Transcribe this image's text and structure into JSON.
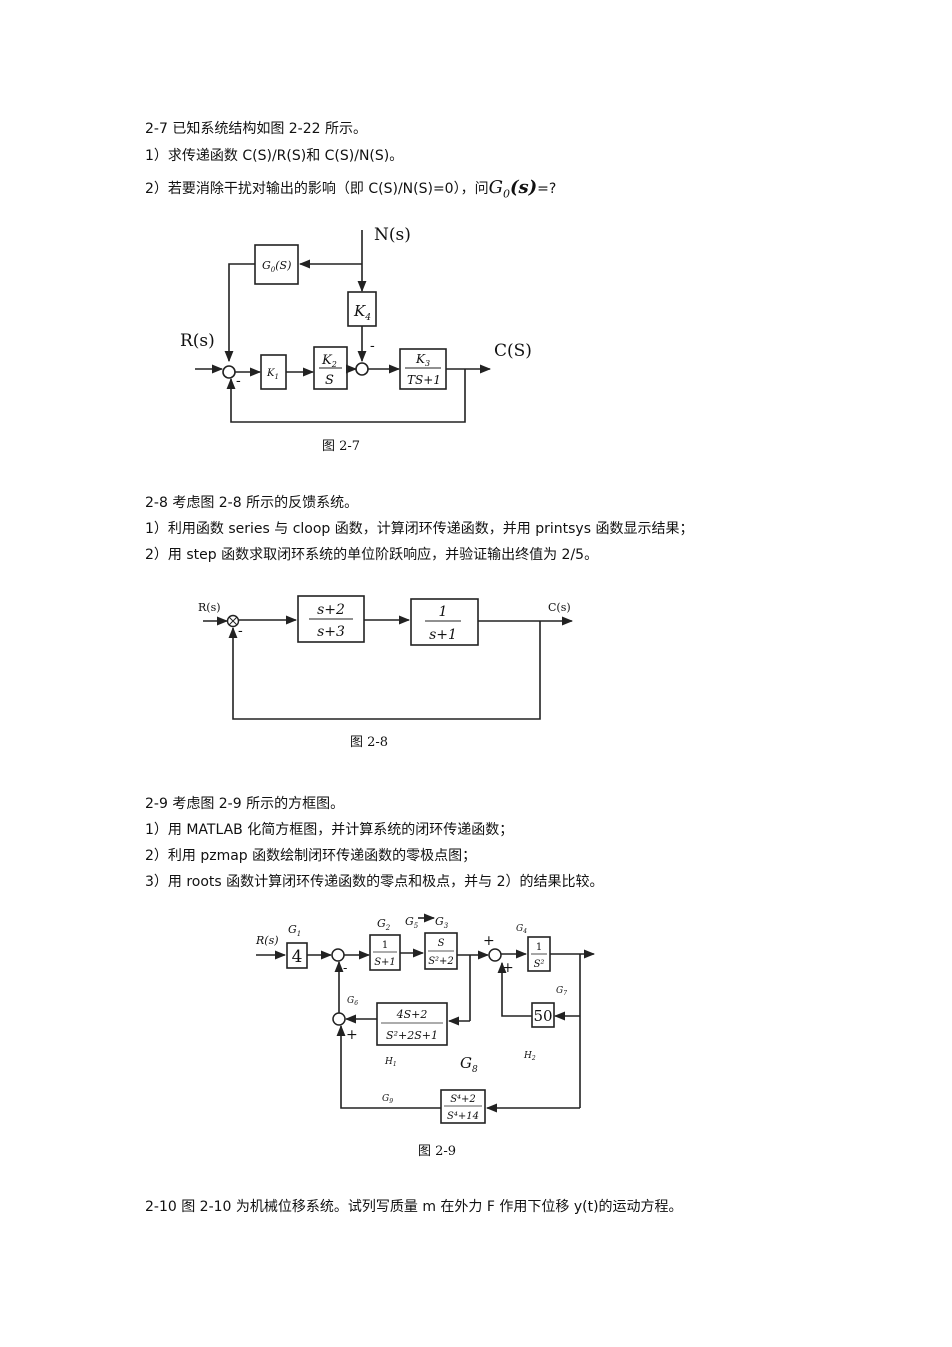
{
  "p27": {
    "line1": "2-7 已知系统结构如图 2-22 所示。",
    "line2": "1）求传递函数 C(S)/R(S)和 C(S)/N(S)。",
    "line3_prefix": "2）若要消除干扰对输出的影响（即 C(S)/N(S)=0），问",
    "line3_g": "G",
    "line3_sub": "0",
    "line3_s": "(s)",
    "line3_suffix": "=?",
    "fig": {
      "N": "N(s)",
      "R": "R(s)",
      "C": "C(S)",
      "G0": "G",
      "G0_sub": "0",
      "G0_arg": "(S)",
      "K4": "K",
      "K4_sub": "4",
      "K1": "K",
      "K1_sub": "1",
      "K2": "K",
      "K2_sub": "2",
      "K2_den": "S",
      "K3": "K",
      "K3_sub": "3",
      "K3_den": "TS+1",
      "minus": "-",
      "caption": "图 2-7"
    }
  },
  "p28": {
    "line1": "2-8  考虑图 2-8 所示的反馈系统。",
    "line2": "1）利用函数 series 与 cloop 函数，计算闭环传递函数，并用 printsys 函数显示结果；",
    "line3": "2）用 step 函数求取闭环系统的单位阶跃响应，并验证输出终值为 2/5。",
    "fig": {
      "R": "R(s)",
      "C": "C(s)",
      "b1_num": "s+2",
      "b1_den": "s+3",
      "b2_num": "1",
      "b2_den": "s+1",
      "minus": "-",
      "caption": "图 2-8"
    }
  },
  "p29": {
    "line1": "2-9  考虑图 2-9 所示的方框图。",
    "line2": "1）用 MATLAB 化简方框图，并计算系统的闭环传递函数；",
    "line3": "2）利用 pzmap 函数绘制闭环传递函数的零极点图；",
    "line4": "3）用 roots 函数计算闭环传递函数的零点和极点，并与 2）的结果比较。",
    "fig": {
      "R": "R(s)",
      "G1": "G",
      "G1_sub": "1",
      "b4": "4",
      "G2": "G",
      "G2_sub": "2",
      "b_g2_num": "1",
      "b_g2_den": "S+1",
      "G5": "G",
      "G5_sub": "5",
      "G3": "G",
      "G3_sub": "3",
      "b_g3_num": "S",
      "b_g3_den": "S²+2",
      "G4": "G",
      "G4_sub": "4",
      "b_g4_num": "1",
      "b_g4_den": "S²",
      "G7": "G",
      "G7_sub": "7",
      "b50": "50",
      "G6": "G",
      "G6_sub": "6",
      "b_g6_num": "4S+2",
      "b_g6_den": "S²+2S+1",
      "H1": "H",
      "H1_sub": "1",
      "H2": "H",
      "H2_sub": "2",
      "G8": "G",
      "G8_sub": "8",
      "G9": "G",
      "G9_sub": "9",
      "b_g9_num": "S⁴+2",
      "b_g9_den": "S⁴+14",
      "plus": "+",
      "minus": "-",
      "caption": "图 2-9"
    }
  },
  "p210": {
    "line1": "2-10  图 2-10 为机械位移系统。试列写质量 m 在外力 F 作用下位移 y(t)的运动方程。"
  }
}
